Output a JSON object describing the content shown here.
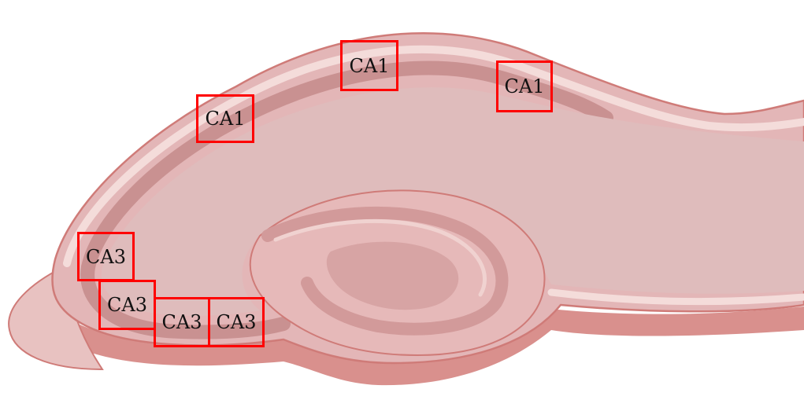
{
  "colors": {
    "tissue_outline": "#cf7b78",
    "tissue_fill": "#e3b6b7",
    "tissue_inner": "#dfbcbc",
    "layer_band": "#c99191",
    "highlight_band": "#f4dcda",
    "shadow_rim": "#d67e7c",
    "box_border": "#ff0000",
    "label_text": "#111111"
  },
  "labels": [
    {
      "text": "CA1"
    },
    {
      "text": "CA1"
    },
    {
      "text": "CA1"
    },
    {
      "text": "CA3"
    },
    {
      "text": "CA3"
    },
    {
      "text": "CA3"
    },
    {
      "text": "CA3"
    }
  ]
}
